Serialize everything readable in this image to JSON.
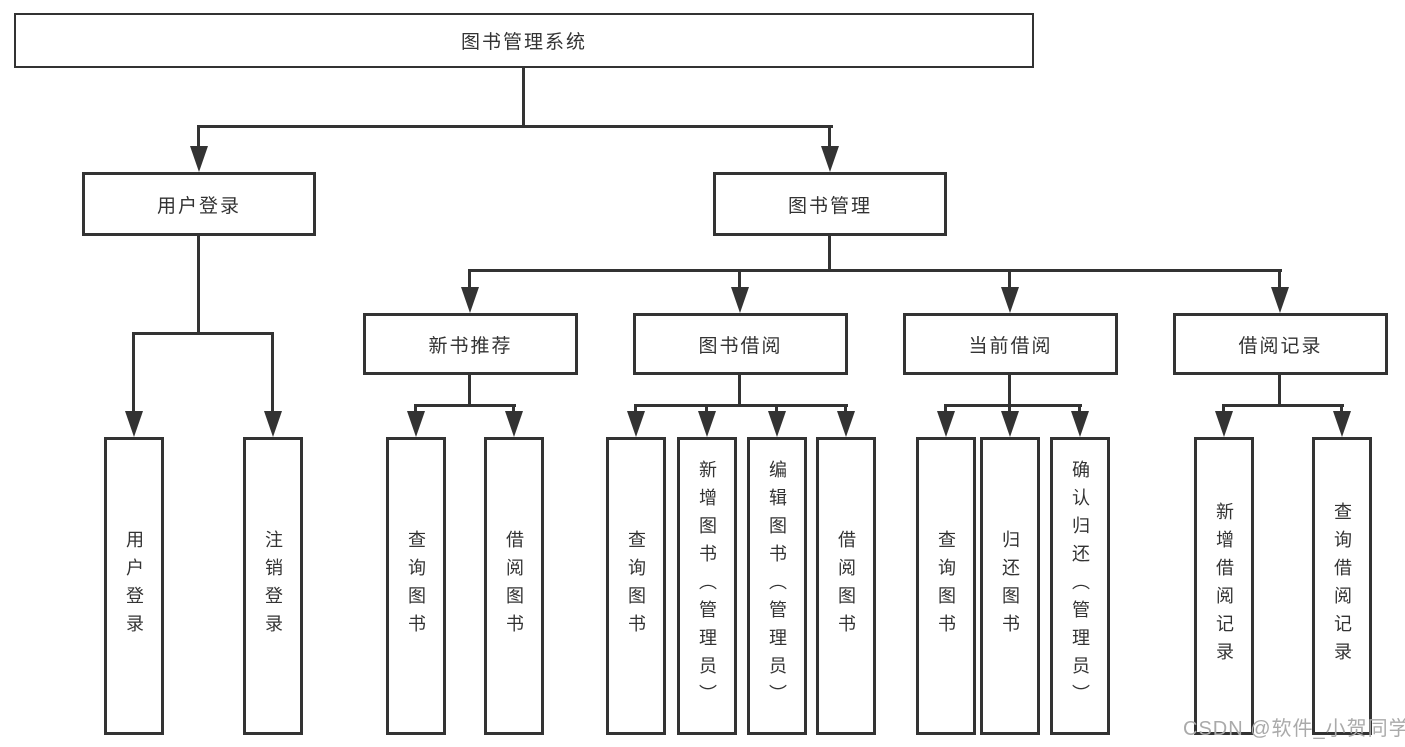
{
  "tree": {
    "label": "图书管理系统",
    "children": [
      {
        "label": "用户登录",
        "children": [
          {
            "label": "用户登录"
          },
          {
            "label": "注销登录"
          }
        ]
      },
      {
        "label": "图书管理",
        "children": [
          {
            "label": "新书推荐",
            "children": [
              {
                "label": "查询图书"
              },
              {
                "label": "借阅图书"
              }
            ]
          },
          {
            "label": "图书借阅",
            "children": [
              {
                "label": "查询图书"
              },
              {
                "label": "新增图书（管理员）"
              },
              {
                "label": "编辑图书（管理员）"
              },
              {
                "label": "借阅图书"
              }
            ]
          },
          {
            "label": "当前借阅",
            "children": [
              {
                "label": "查询图书"
              },
              {
                "label": "归还图书"
              },
              {
                "label": "确认归还（管理员）"
              }
            ]
          },
          {
            "label": "借阅记录",
            "children": [
              {
                "label": "新增借阅记录"
              },
              {
                "label": "查询借阅记录"
              }
            ]
          }
        ]
      }
    ]
  },
  "watermark": "CSDN @软件_小贺同学",
  "colors": {
    "line": "#333333",
    "box_background": "#ffffff",
    "text": "#333333",
    "watermark": "#aaaaaa",
    "page_background": "#ffffff"
  }
}
